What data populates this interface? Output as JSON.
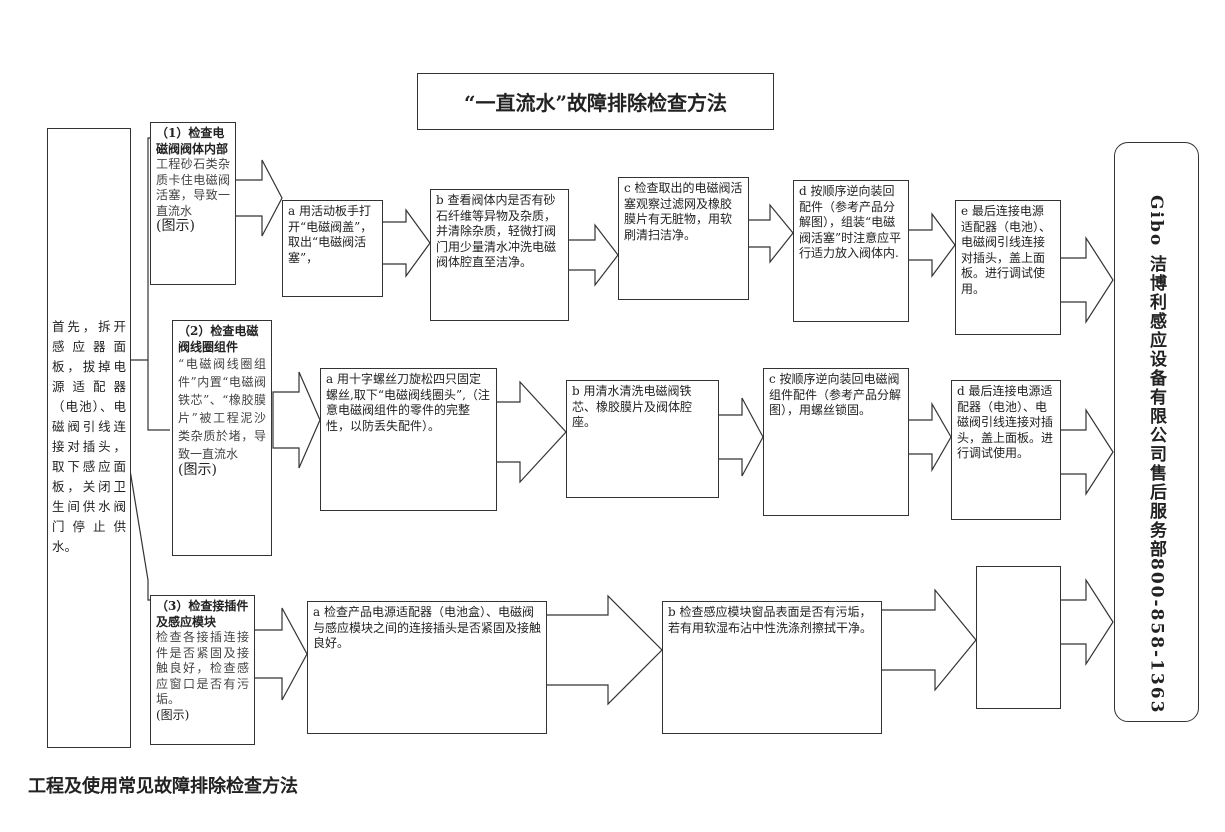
{
  "title": "“一直流水”故障排除检查方法",
  "bottom_title": "工程及使用常见故障排除检查方法",
  "left_box": {
    "text": "首先，拆开感应器面板，拔掉电源适配器（电池）、电磁阀引线连接对插头，取下感应面板，关闭卫生间供水阀门停止供水。"
  },
  "rows": [
    {
      "category": {
        "heading": "（1）检查电磁阀阀体内部",
        "body": "工程砂石类杂质卡住电磁阀活塞，导致一直流水",
        "pic": "(图示)"
      },
      "steps": [
        "a 用活动板手打开“电磁阀盖”，取出“电磁阀活塞”，",
        "b 查看阀体内是否有砂石纤维等异物及杂质，并清除杂质，轻微打阀门用少量清水冲洗电磁阀体腔直至洁净。",
        "c 检查取出的电磁阀活塞观察过滤网及橡胶膜片有无脏物，用软刷清扫洁净。",
        "d 按顺序逆向装回配件（参考产品分解图），组装“电磁阀活塞”时注意应平行适力放入阀体内.",
        "e 最后连接电源适配器（电池）、电磁阀引线连接对插头，盖上面板。进行调试使用。"
      ]
    },
    {
      "category": {
        "heading": "（2）检查电磁阀线圈组件",
        "body": "“电磁阀线圈组件”内置“电磁阀铁芯”、“橡胶膜片”被工程泥沙类杂质於堵，导致一直流水",
        "pic": "(图示)"
      },
      "steps": [
        "a 用十字螺丝刀旋松四只固定螺丝,取下“电磁阀线圈头”,（注意电磁阀组件的零件的完整性，以防丢失配件）。",
        "b 用清水清洗电磁阀铁芯、橡胶膜片及阀体腔座。",
        "c 按顺序逆向装回电磁阀组件配件（参考产品分解图），用螺丝锁固。",
        "d 最后连接电源适配器（电池）、电磁阀引线连接对插头，盖上面板。进行调试使用。"
      ]
    },
    {
      "category": {
        "heading": "（3）检查接插件及感应模块",
        "body": "检查各接插连接件是否紧固及接触良好，检查感应窗口是否有污垢。",
        "pic": "(图示)"
      },
      "steps": [
        "a 检查产品电源适配器（电池盒）、电磁阀与感应模块之间的连接插头是否紧固及接触良好。",
        "b 检查感应模块窗品表面是否有污垢，若有用软湿布沾中性洗涤剂擦拭干净。",
        ""
      ]
    }
  ],
  "right_panel": {
    "company": "Gibo 洁博利感应设备有限公司售后服务部",
    "phone": "800-858-1363"
  }
}
